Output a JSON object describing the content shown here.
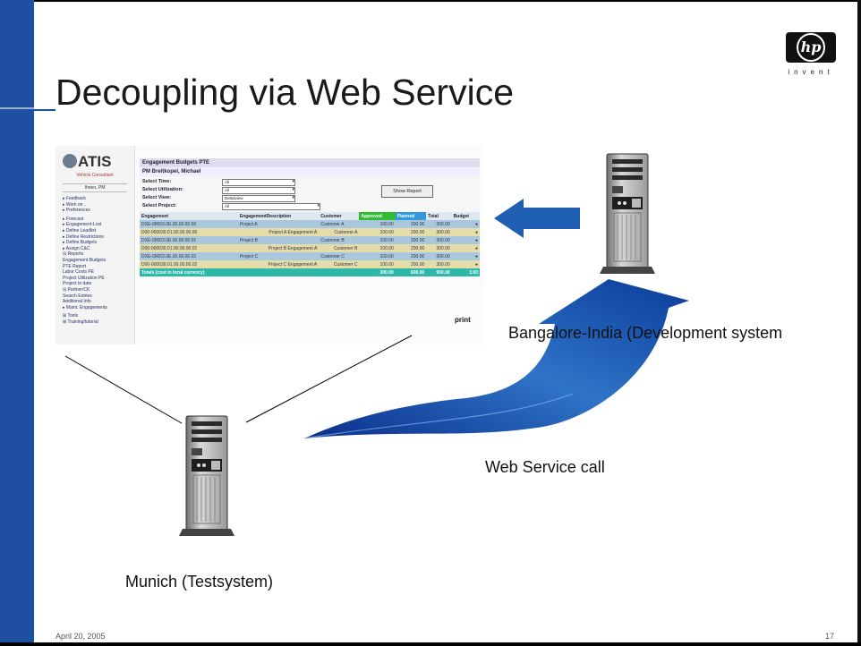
{
  "slide": {
    "title": "Decoupling via Web Service",
    "footer_date": "April 20, 2005",
    "page_number": "17",
    "logo_mark": "hp",
    "logo_tagline": "invent",
    "accent_color": "#1f4fa0"
  },
  "labels": {
    "bangalore": "Bangalore-India (Development system",
    "web_service_call": "Web Service call",
    "munich": "Munich (Testsystem)"
  },
  "screenshot": {
    "logo_text": "ATIS",
    "side_tag": "Vehicle Consultant",
    "side_who": "Ihnen, PM",
    "side_links": [
      "▸ Feedback",
      "▸ Work on ..",
      "▸ Preferences",
      "",
      "▸ Forecast",
      "▸ Engagement-Lost",
      "▸ Define Leadlist",
      "▸ Define Restrictions",
      "▸ Define Budgets",
      "▸ Assign C&C",
      "⊟ Reports",
      "  Engagement Budgets",
      "  PTE Report",
      "  Labor Costs PE",
      "  Project Utilization PE",
      "  Project to date",
      "⊟ Partner/CK",
      "  Search Entries",
      "  Additional Info",
      "▸ Maint. Engagements",
      "",
      "⊞ Tools",
      "⊞ Training/tutorial"
    ],
    "header_title": "Engagement Budgets PTE",
    "header_user": "PM Breitkopel, Michael",
    "filters": [
      {
        "label": "Select Time:",
        "value": "All"
      },
      {
        "label": "Select Utilization:",
        "value": "All"
      },
      {
        "label": "Select View:",
        "value": "Detailview"
      },
      {
        "label": "Select Project:",
        "value": "All"
      }
    ],
    "show_report_label": "Show Report",
    "columns": [
      "Engagement",
      "EngagementDescription",
      "Customer",
      "Approved",
      "Planned",
      "Total",
      "Budget"
    ],
    "rows": [
      {
        "kind": "ra",
        "cells": [
          "DXE-00003.0E.00.00.00.00",
          "Project A",
          "Customer A",
          "100.00",
          "200.00",
          "300.00",
          "●"
        ]
      },
      {
        "kind": "rb",
        "cells": [
          "D00-000030.01.00.00.00.00",
          "Project A Engagement A",
          "Customer A",
          "100.00",
          "200.00",
          "300.00",
          "●"
        ]
      },
      {
        "kind": "ra",
        "cells": [
          "DXE-00003.0E.00.00.00.01",
          "Project B",
          "Customer B",
          "100.00",
          "200.00",
          "300.00",
          "●"
        ]
      },
      {
        "kind": "rb",
        "cells": [
          "D00-000030.01.00.00.00.01",
          "Project B Engagement A",
          "Customer B",
          "100.00",
          "200.00",
          "300.00",
          "●"
        ]
      },
      {
        "kind": "ra",
        "cells": [
          "DXE-00003.0E.00.00.00.02",
          "Project C",
          "Customer C",
          "100.00",
          "200.00",
          "300.00",
          "●"
        ]
      },
      {
        "kind": "rb",
        "cells": [
          "D00-000030.01.00.00.00.02",
          "Project C Engagement A",
          "Customer C",
          "100.00",
          "200.00",
          "300.00",
          "●"
        ]
      }
    ],
    "totals_row": [
      "Totals (cost in local currency)",
      "",
      "",
      "300.00",
      "600.00",
      "900.00",
      "3.00"
    ],
    "print_label": "print"
  }
}
